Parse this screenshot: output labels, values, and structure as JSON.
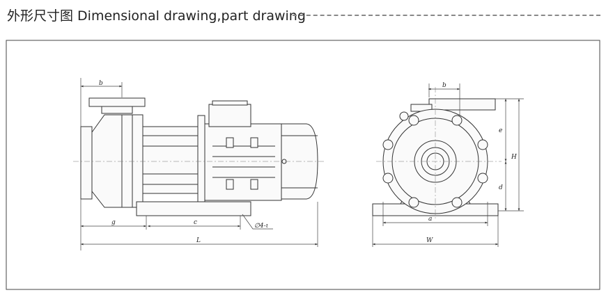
{
  "title": "外形尺寸图 Dimensional drawing,part drawing",
  "side_view": {
    "dim_b": "b",
    "dim_g": "g",
    "dim_c": "c",
    "dim_L": "L",
    "hole_note": "∅4-ι"
  },
  "front_view": {
    "dim_b": "b",
    "dim_e": "e",
    "dim_H": "H",
    "dim_d": "d",
    "dim_a": "a",
    "dim_W": "W"
  }
}
